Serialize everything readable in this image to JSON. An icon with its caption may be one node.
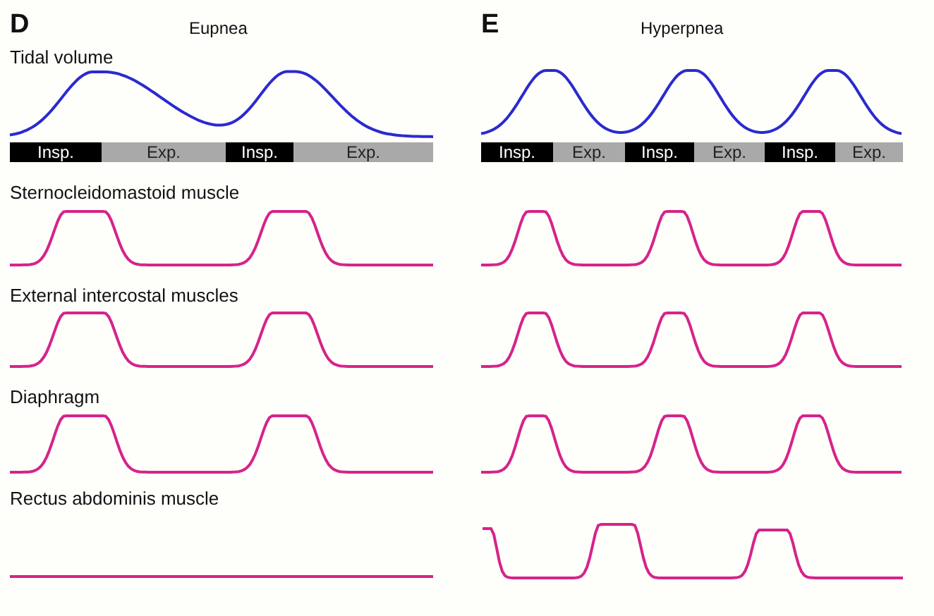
{
  "diagram": {
    "nodes": [
      {
        "text": [
          "Insp."
        ]
      },
      {
        "text": [
          "Exp."
        ]
      },
      {
        "text": [
          "Insp."
        ]
      },
      {
        "text": [
          "Exp."
        ]
      },
      {
        "text": [
          "Insp."
        ]
      },
      {
        "text": [
          "Exp."
        ]
      },
      {
        "text": [
          "Insp."
        ]
      },
      {
        "text": [
          "Exp."
        ]
      },
      {
        "text": [
          "Insp."
        ]
      },
      {
        "text": [
          "Exp."
        ]
      }
    ],
    "labels": [
      "D",
      "Eupnea",
      "E",
      "Hyperpnea",
      "Tidal volume",
      "Sternocleidomastoid muscle",
      "External intercostal muscles",
      "Diaphragm",
      "Rectus abdominis muscle"
    ]
  }
}
